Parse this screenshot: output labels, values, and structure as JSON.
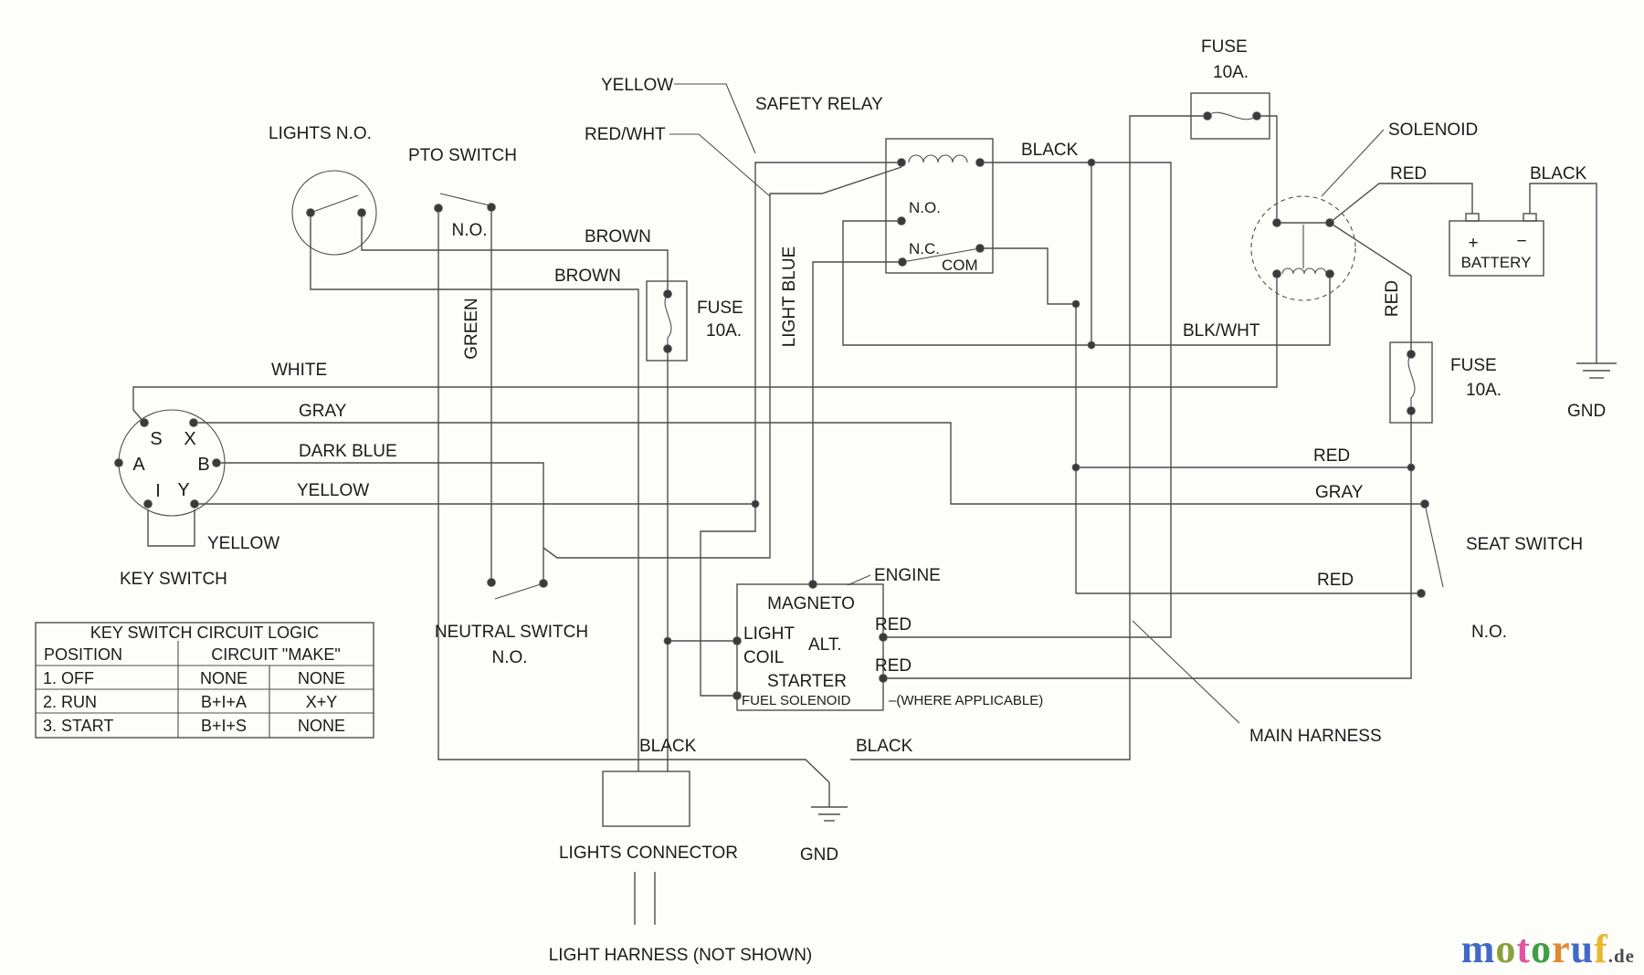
{
  "labels": {
    "lights": "LIGHTS N.O.",
    "pto": "PTO SWITCH",
    "pto_state": "N.O.",
    "brown1": "BROWN",
    "brown2": "BROWN",
    "green": "GREEN",
    "fuse_left_1": "FUSE",
    "fuse_left_2": "10A.",
    "light_blue": "LIGHT BLUE",
    "yellow_top": "YELLOW",
    "red_wht": "RED/WHT",
    "safety_relay": "SAFETY RELAY",
    "relay_black": "BLACK",
    "relay_no": "N.O.",
    "relay_nc": "N.C.",
    "relay_com": "COM",
    "fuse_top_1": "FUSE",
    "fuse_top_2": "10A.",
    "solenoid": "SOLENOID",
    "battery_red": "RED",
    "battery_black": "BLACK",
    "battery_plus": "+",
    "battery_minus": "−",
    "battery": "BATTERY",
    "blk_wht": "BLK/WHT",
    "red_vertical": "RED",
    "fuse_right_1": "FUSE",
    "fuse_right_2": "10A.",
    "gnd_right": "GND",
    "white": "WHITE",
    "gray": "GRAY",
    "dark_blue": "DARK BLUE",
    "yellow_row": "YELLOW",
    "yellow_jumper": "YELLOW",
    "key_switch": "KEY SWITCH",
    "pins": [
      "S",
      "X",
      "A",
      "B",
      "I",
      "Y"
    ],
    "red_right": "RED",
    "gray_right": "GRAY",
    "red_right2": "RED",
    "seat_switch": "SEAT SWITCH",
    "seat_state": "N.O.",
    "neutral_switch": "NEUTRAL SWITCH",
    "neutral_state": "N.O.",
    "engine": "ENGINE",
    "magneto": "MAGNETO",
    "light": "LIGHT",
    "coil": "COIL",
    "alt": "ALT.",
    "starter": "STARTER",
    "fuel_solenoid": "FUEL SOLENOID",
    "where_applicable": "–(WHERE APPLICABLE)",
    "red_alt": "RED",
    "red_starter": "RED",
    "black_bottom_left": "BLACK",
    "black_bottom_right": "BLACK",
    "gnd_bottom": "GND",
    "lights_connector": "LIGHTS CONNECTOR",
    "light_harness": "LIGHT HARNESS (NOT SHOWN)",
    "main_harness": "MAIN HARNESS"
  },
  "table": {
    "title": "KEY SWITCH CIRCUIT LOGIC",
    "col1": "POSITION",
    "col2": "CIRCUIT \"MAKE\"",
    "rows": [
      [
        "1. OFF",
        "NONE",
        "NONE"
      ],
      [
        "2. RUN",
        "B+I+A",
        "X+Y"
      ],
      [
        "3. START",
        "B+I+S",
        "NONE"
      ]
    ]
  },
  "logo": {
    "letters": [
      {
        "ch": "m",
        "color": "#4169c8"
      },
      {
        "ch": "o",
        "color": "#8aa03a"
      },
      {
        "ch": "t",
        "color": "#e0559f"
      },
      {
        "ch": "o",
        "color": "#3f9e3f"
      },
      {
        "ch": "r",
        "color": "#e0892e"
      },
      {
        "ch": "u",
        "color": "#4169c8"
      },
      {
        "ch": "f",
        "color": "#e6b82e"
      }
    ],
    "suffix": ".de"
  },
  "colors": {
    "wire": "#4d4d4d",
    "text": "#1b1b1b",
    "background": "#fdfdfa"
  }
}
